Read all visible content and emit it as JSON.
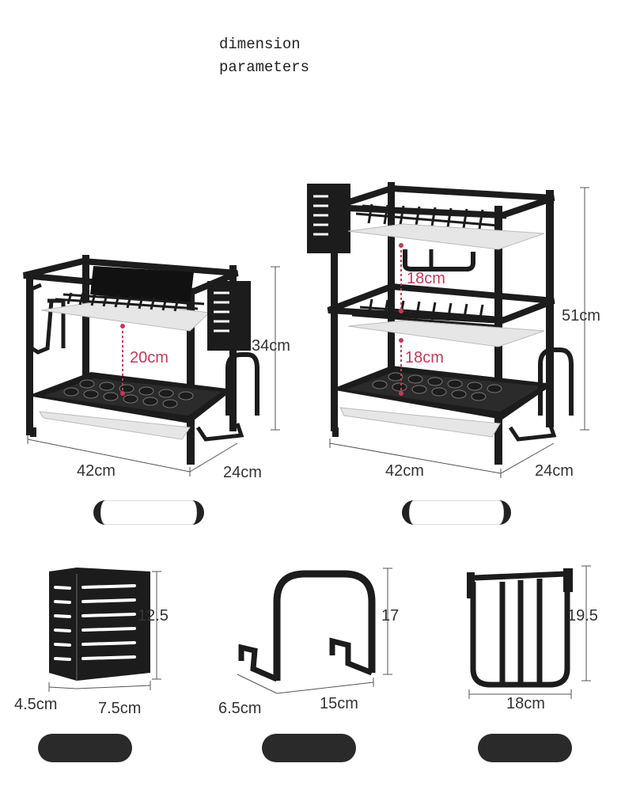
{
  "title": {
    "line1": "dimension",
    "line2": "parameters"
  },
  "rack_two_tier": {
    "spacing": "20cm",
    "height": "34cm",
    "width": "42cm",
    "depth": "24cm"
  },
  "rack_three_tier": {
    "spacing_top": "18cm",
    "spacing_bottom": "18cm",
    "height": "51cm",
    "width": "42cm",
    "depth": "24cm"
  },
  "utensil_holder": {
    "height": "12.5",
    "depth": "4.5cm",
    "width": "7.5cm"
  },
  "board_holder": {
    "height": "17",
    "depth": "6.5cm",
    "width": "15cm"
  },
  "cup_holder": {
    "height": "19.5",
    "width": "18cm"
  },
  "colors": {
    "product": "#1c1c1c",
    "tray": "#e6e6e6",
    "accent": "#c23a5a",
    "pill": "#2a2a2a"
  }
}
